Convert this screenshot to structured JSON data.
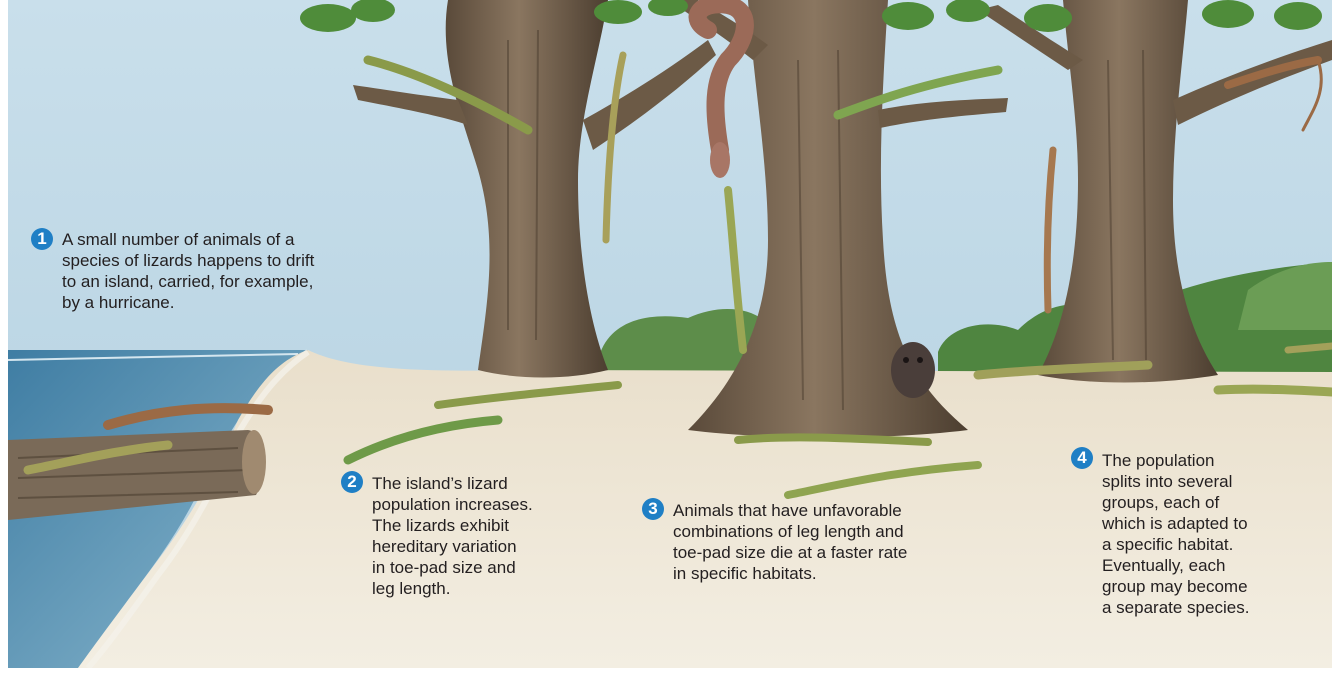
{
  "captions": [
    {
      "number": "1",
      "text": "A small number of animals of a\nspecies of lizards happens to drift\nto an island, carried, for example,\nby a hurricane."
    },
    {
      "number": "2",
      "text": "The island’s lizard\npopulation increases.\nThe lizards exhibit\nhereditary variation\nin toe-pad size and\nleg length."
    },
    {
      "number": "3",
      "text": "Animals that have unfavorable\ncombinations of leg length and\ntoe-pad size die at a faster rate\nin specific habitats."
    },
    {
      "number": "4",
      "text": "The population\nsplits into several\ngroups, each of\nwhich is adapted to\na specific habitat.\nEventually, each\ngroup may become\na separate species."
    }
  ],
  "colors": {
    "badge": "#1f7fc5",
    "sky": "#bcd6e4",
    "sand": "#ece4d3",
    "ocean": "#5a8fae",
    "bark": "#6a5844",
    "leaf": "#4f8c3a",
    "lizard_green": "#8a9a4a",
    "lizard_brown": "#9b6a45"
  }
}
